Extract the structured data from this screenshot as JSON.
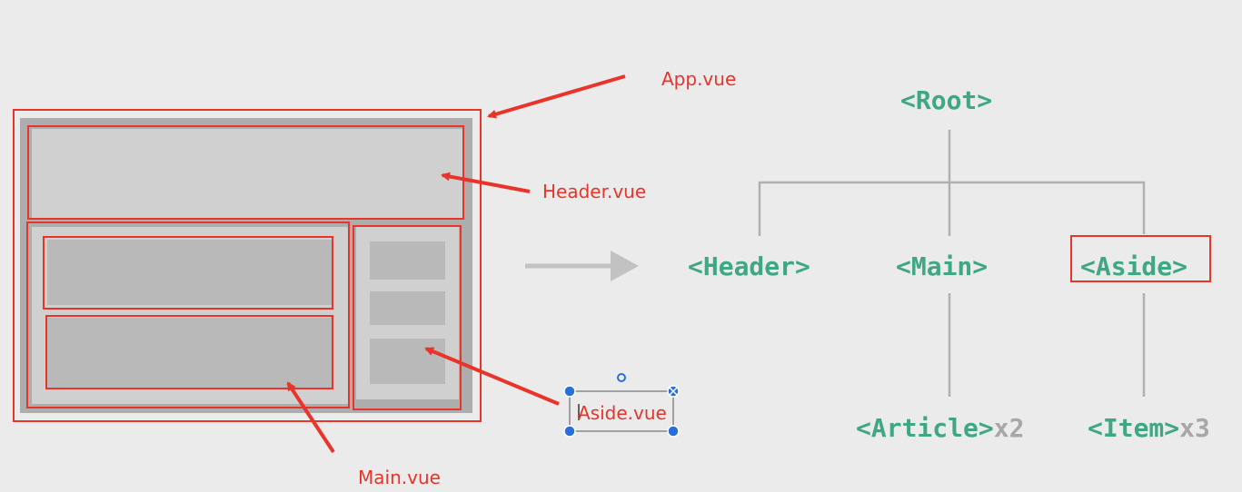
{
  "labels": {
    "app": "App.vue",
    "header": "Header.vue",
    "main": "Main.vue",
    "aside": "Aside.vue"
  },
  "tree": {
    "root": "<Root>",
    "header": "<Header>",
    "main": "<Main>",
    "aside": "<Aside>",
    "article": "<Article>",
    "article_count": "x2",
    "item": "<Item>",
    "item_count": "x3"
  },
  "colors": {
    "annotation_red": "#e8342a",
    "tree_green": "#3fa783",
    "selection_blue": "#2a6fd6"
  }
}
